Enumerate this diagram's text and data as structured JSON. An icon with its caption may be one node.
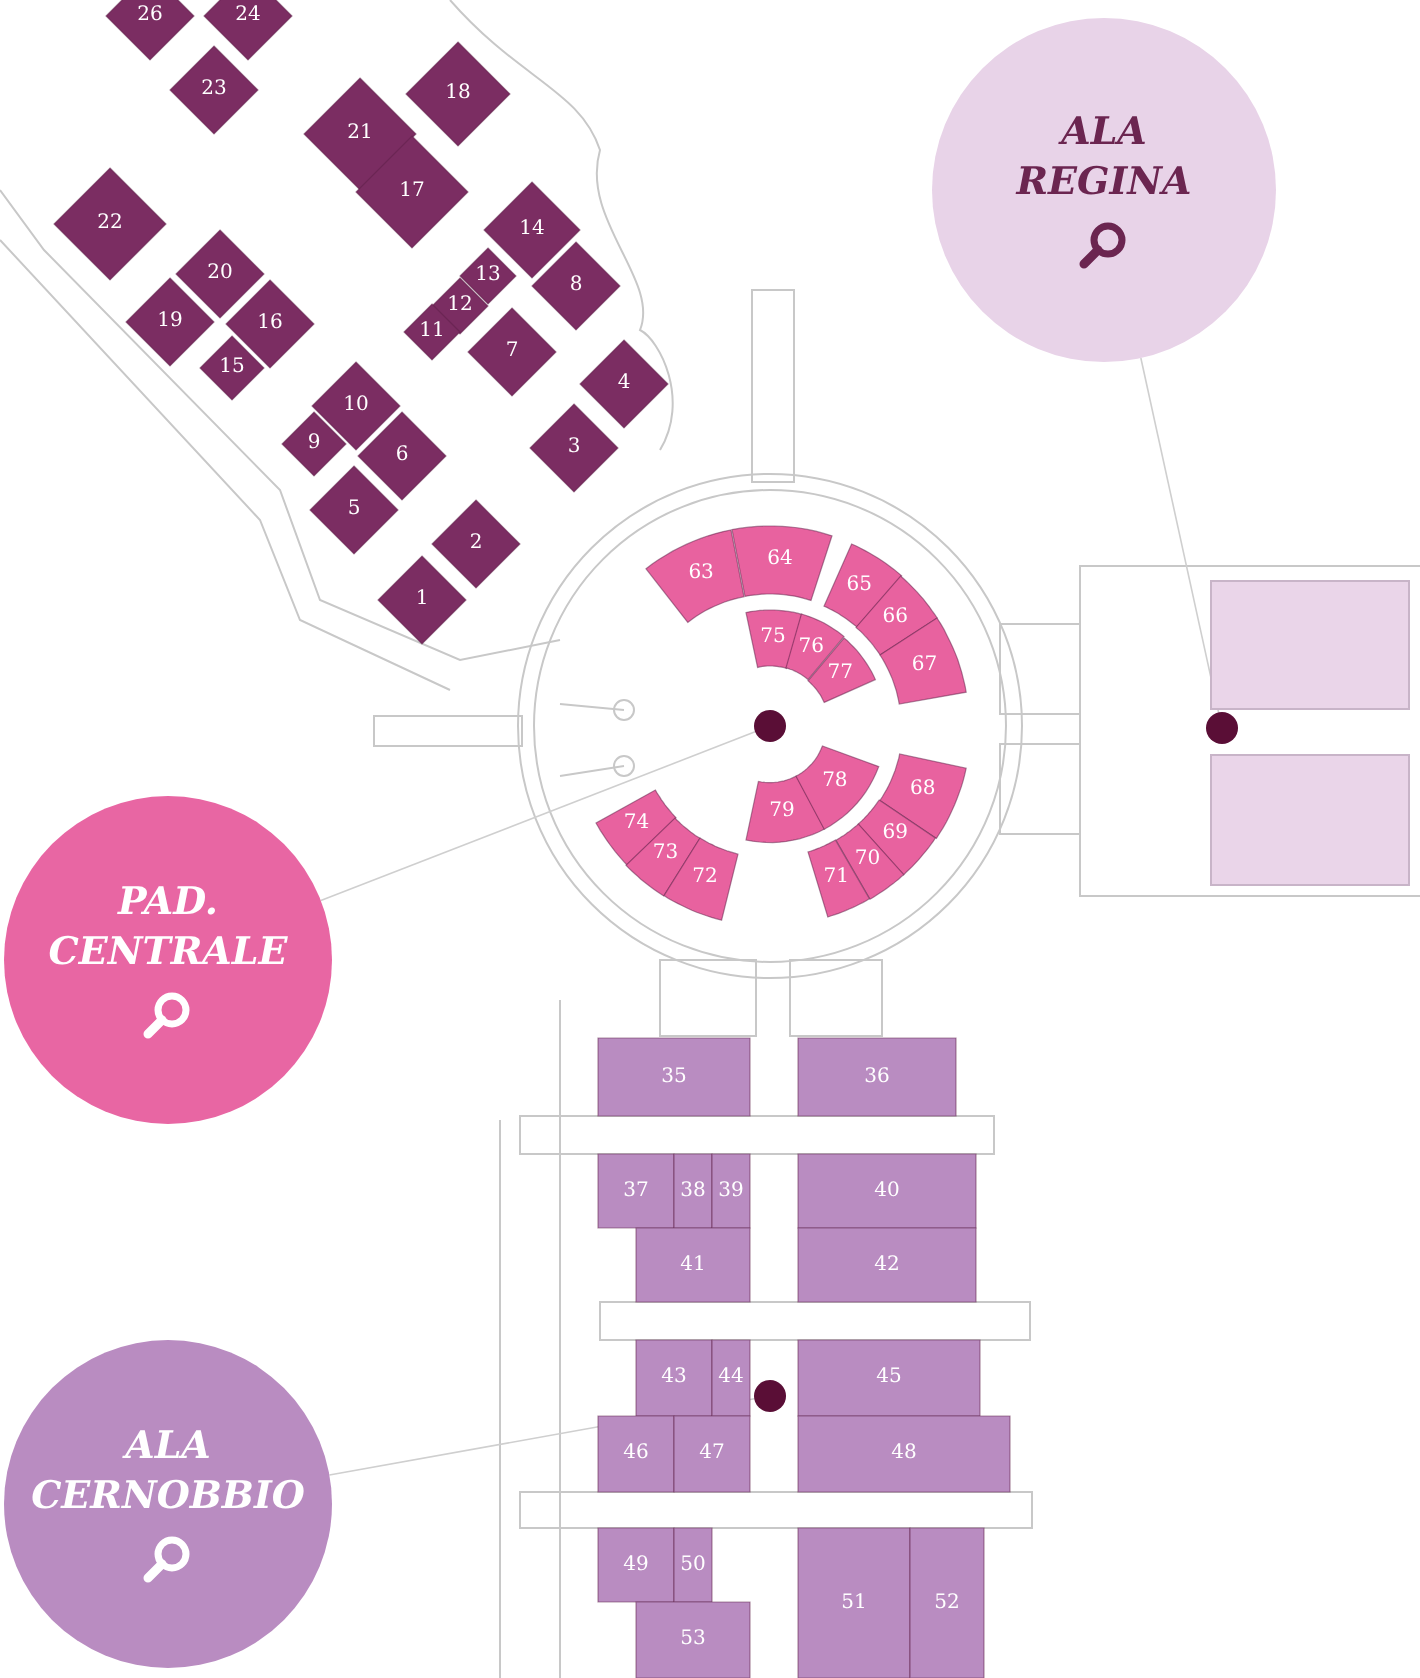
{
  "diagram": {
    "nodes": [
      {
        "text": [
          "26"
        ]
      },
      {
        "text": [
          "24"
        ]
      },
      {
        "text": [
          "23"
        ]
      },
      {
        "text": [
          "18"
        ]
      },
      {
        "text": [
          "21"
        ]
      },
      {
        "text": [
          "17"
        ]
      },
      {
        "text": [
          "22"
        ]
      },
      {
        "text": [
          "14"
        ]
      },
      {
        "text": [
          "20"
        ]
      },
      {
        "text": [
          "13"
        ]
      },
      {
        "text": [
          "12"
        ]
      },
      {
        "text": [
          "8"
        ]
      },
      {
        "text": [
          "19"
        ]
      },
      {
        "text": [
          "16"
        ]
      },
      {
        "text": [
          "11"
        ]
      },
      {
        "text": [
          "7"
        ]
      },
      {
        "text": [
          "15"
        ]
      },
      {
        "text": [
          "4"
        ]
      },
      {
        "text": [
          "10"
        ]
      },
      {
        "text": [
          "9"
        ]
      },
      {
        "text": [
          "6"
        ]
      },
      {
        "text": [
          "3"
        ]
      },
      {
        "text": [
          "5"
        ]
      },
      {
        "text": [
          "2"
        ]
      },
      {
        "text": [
          "1"
        ]
      },
      {
        "text": [
          "ALA REGINA"
        ]
      },
      {
        "text": [
          "63"
        ]
      },
      {
        "text": [
          "64"
        ]
      },
      {
        "text": [
          "65"
        ]
      },
      {
        "text": [
          "66"
        ]
      },
      {
        "text": [
          "75"
        ]
      },
      {
        "text": [
          "76"
        ]
      },
      {
        "text": [
          "77"
        ]
      },
      {
        "text": [
          "67"
        ]
      },
      {
        "text": [],
        "shape": "box"
      },
      {
        "text": [],
        "shape": "circle"
      },
      {
        "text": [],
        "shape": "circle"
      },
      {
        "text": [
          "79"
        ]
      },
      {
        "text": [
          "78"
        ]
      },
      {
        "text": [
          "68"
        ]
      },
      {
        "text": [],
        "shape": "box"
      },
      {
        "text": [
          "74"
        ]
      },
      {
        "text": [
          "69"
        ]
      },
      {
        "text": [
          "73"
        ]
      },
      {
        "text": [
          "70"
        ]
      },
      {
        "text": [
          "72"
        ]
      },
      {
        "text": [
          "71"
        ]
      },
      {
        "text": [
          "PAD. CENTRALE"
        ]
      },
      {
        "text": [
          "35"
        ]
      },
      {
        "text": [
          "36"
        ]
      },
      {
        "text": [
          "37"
        ]
      },
      {
        "text": [
          "38"
        ]
      },
      {
        "text": [
          "39"
        ]
      },
      {
        "text": [
          "40"
        ]
      },
      {
        "text": [
          "41"
        ]
      },
      {
        "text": [
          "42"
        ]
      },
      {
        "text": [
          "43"
        ]
      },
      {
        "text": [
          "44"
        ]
      },
      {
        "text": [],
        "shape": "circle"
      },
      {
        "text": [
          "45"
        ]
      },
      {
        "text": [
          "46"
        ]
      },
      {
        "text": [
          "47"
        ]
      },
      {
        "text": [
          "48"
        ]
      },
      {
        "text": [
          "ALA CERNOBBIO"
        ]
      },
      {
        "text": [
          "49"
        ]
      },
      {
        "text": [
          "50"
        ]
      },
      {
        "text": [
          "51"
        ]
      },
      {
        "text": [
          "52"
        ]
      },
      {
        "text": [
          "53"
        ]
      }
    ],
    "edges": [
      {
        "from": 25,
        "to": 36,
        "arrow": "none"
      },
      {
        "from": 47,
        "to": 35,
        "arrow": "none"
      },
      {
        "from": 63,
        "to": 58,
        "arrow": "none"
      }
    ]
  }
}
